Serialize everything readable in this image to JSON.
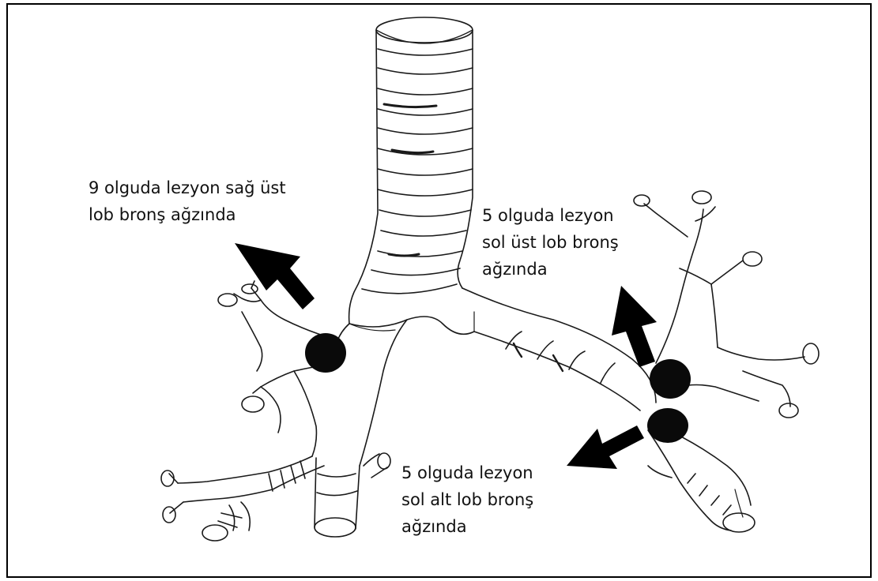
{
  "annotations": {
    "right_upper_lobe": {
      "line1": "9 olguda lezyon sağ üst",
      "line2": "lob bronş ağzında"
    },
    "left_upper_lobe": {
      "line1": "5 olguda lezyon",
      "line2": "sol üst lob bronş",
      "line3": "ağzında"
    },
    "left_lower_lobe": {
      "line1": "5 olguda lezyon",
      "line2": "sol alt lob bronş",
      "line3": "ağzında"
    }
  },
  "colors": {
    "outline": "#1a1a1a",
    "lesion": "#0a0a0a",
    "arrow": "#000000",
    "background": "#ffffff"
  }
}
